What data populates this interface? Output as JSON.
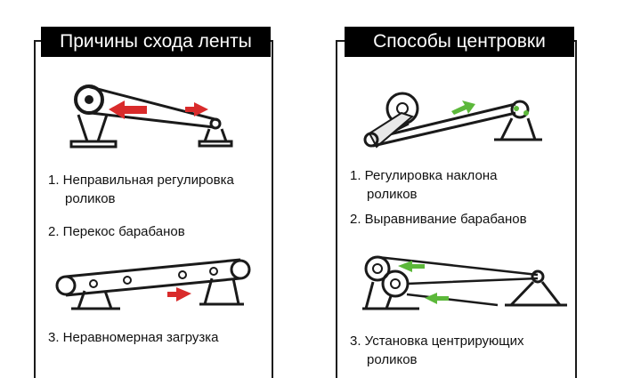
{
  "left_panel": {
    "title": "Причины схода ленты",
    "items": [
      {
        "line1": "1. Неправильная регулировка",
        "line2": "роликов"
      },
      {
        "line1": "2. Перекос барабанов"
      },
      {
        "line1": "3. Неравномерная загрузка"
      }
    ]
  },
  "right_panel": {
    "title": "Способы центровки",
    "items": [
      {
        "line1": "1. Регулировка наклона",
        "line2": "роликов"
      },
      {
        "line1": "2. Выравнивание барабанов"
      },
      {
        "line1": "3. Установка центрирующих",
        "line2": "роликов"
      }
    ]
  },
  "colors": {
    "cause_arrow": "#d92b2b",
    "solution_arrow": "#5cb83a",
    "line": "#1a1a1a"
  }
}
